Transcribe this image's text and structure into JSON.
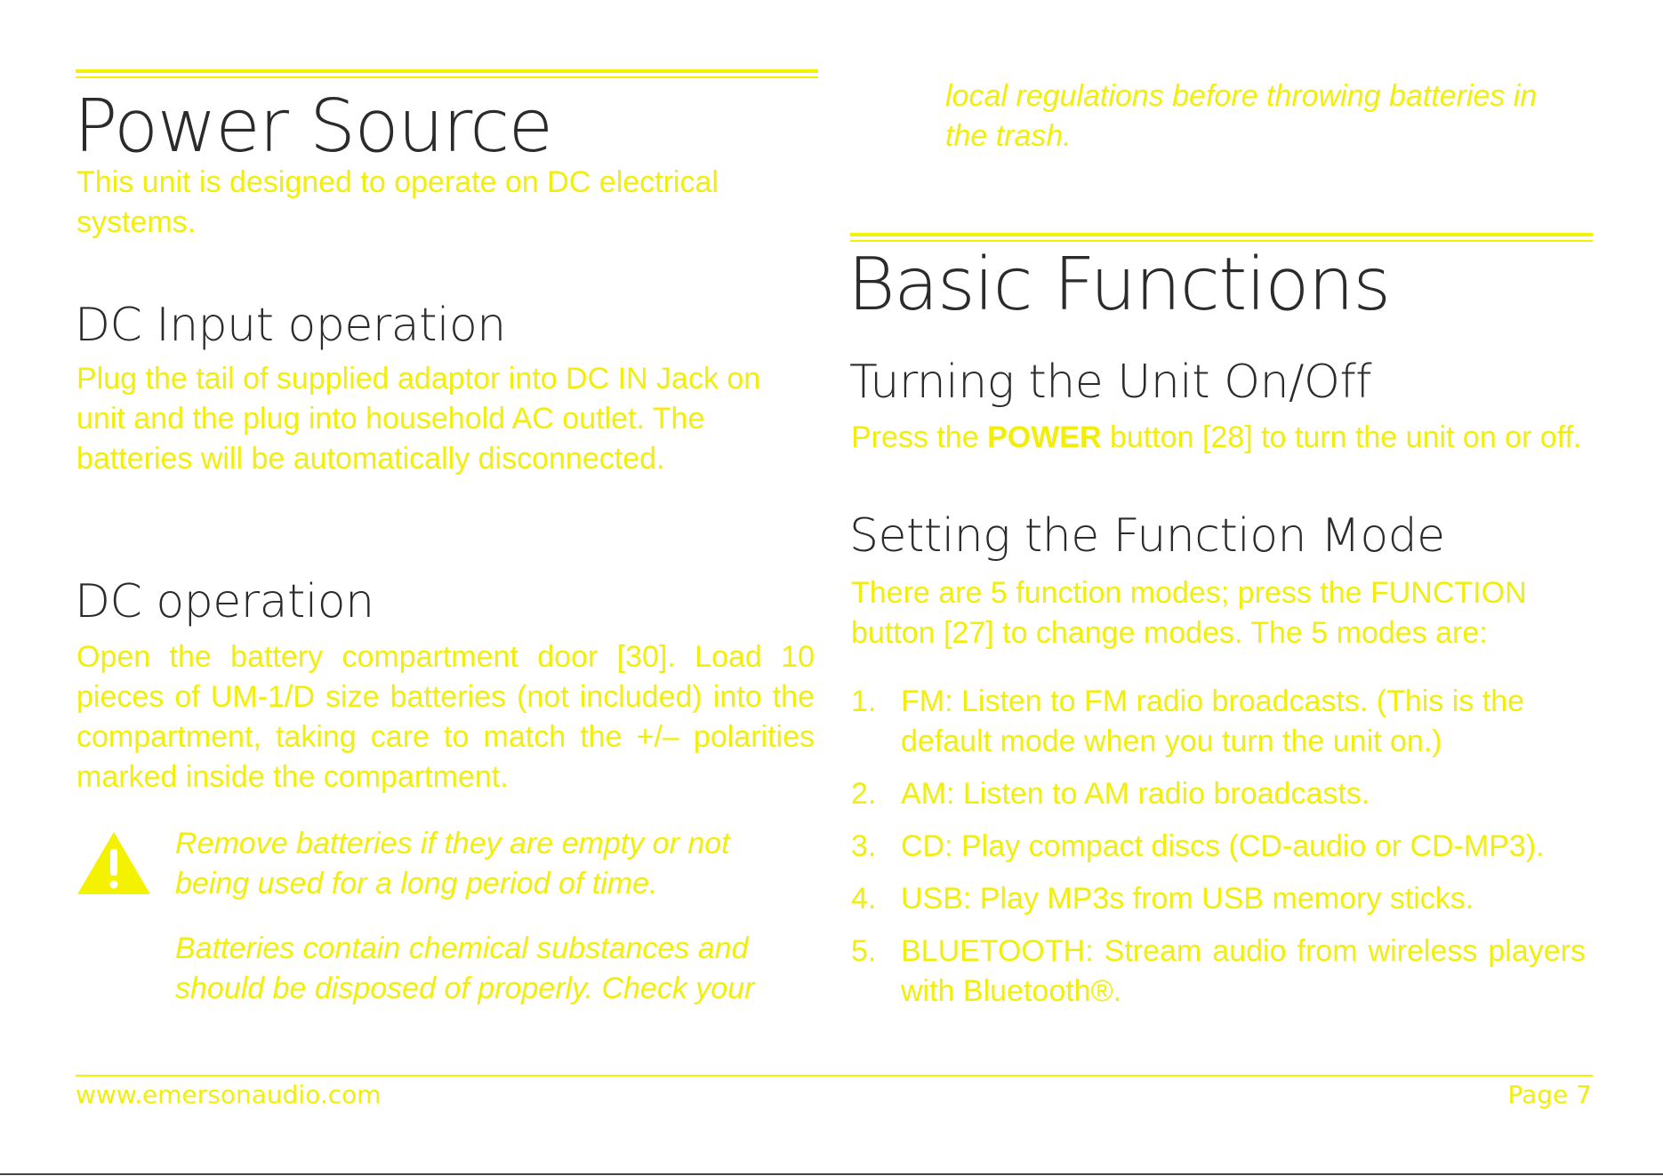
{
  "colors": {
    "accent": "#f2ee0c",
    "heading": "#2b2b2b"
  },
  "left": {
    "power_source": {
      "title": "Power Source",
      "body": "This unit is designed to operate on  DC electrical systems."
    },
    "dc_input": {
      "title": "DC Input operation",
      "body": "Plug the tail of supplied adaptor into DC IN Jack on unit and the plug into household AC outlet. The batteries will be automatically disconnected."
    },
    "dc_operation": {
      "title": "DC  operation",
      "body": "Open the battery compartment door [30]. Load 10 pieces of UM-1/D size batteries (not included) into the compartment, taking care to match the +/– polarities marked inside the compartment."
    },
    "warning": {
      "icon": "warning-triangle-icon",
      "line1": "Remove batteries if they are empty or not being used for a long period of time.",
      "line2": "Batteries contain chemical substances and should be disposed of properly. Check your"
    }
  },
  "right": {
    "warning_continued": "local regulations before throwing batteries in the trash.",
    "basic_functions": {
      "title": "Basic Functions"
    },
    "on_off": {
      "title": "Turning the Unit On/Off",
      "body_pre": "Press the ",
      "body_bold": "POWER",
      "body_post": " button [28] to turn the unit on or off."
    },
    "function_mode": {
      "title": "Setting the Function Mode",
      "body": "There are 5 function modes; press the FUNCTION button [27] to change modes. The 5 modes are:",
      "items": [
        {
          "num": "1.",
          "text": "FM: Listen to FM radio broadcasts. (This is the default mode when you turn the unit on.)"
        },
        {
          "num": "2.",
          "text": "AM: Listen to AM radio broadcasts."
        },
        {
          "num": "3.",
          "text": "CD: Play compact discs (CD-audio or CD-MP3)."
        },
        {
          "num": "4.",
          "text": "USB: Play MP3s from USB memory sticks."
        },
        {
          "num": "5.",
          "text": "BLUETOOTH: Stream audio from wireless players with Bluetooth®."
        }
      ]
    }
  },
  "footer": {
    "website": "www.emersonaudio.com",
    "page": "Page 7"
  }
}
